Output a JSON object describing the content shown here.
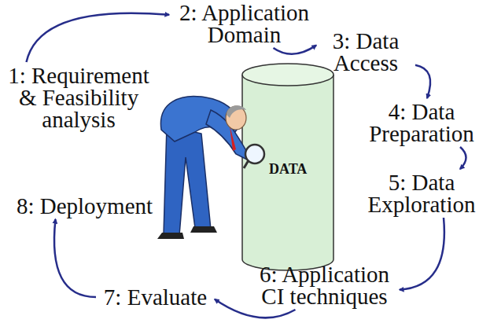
{
  "diagram": {
    "nodes": [
      {
        "text": [
          "1: Requirement & Feasibility analysis"
        ]
      },
      {
        "text": [
          "2: Application Domain"
        ]
      },
      {
        "text": [
          "3: Data Access"
        ]
      },
      {
        "text": [
          "4: Data Preparation"
        ]
      },
      {
        "text": [
          "5: Data Exploration"
        ]
      },
      {
        "text": [
          "6: Application CI techniques"
        ]
      },
      {
        "text": [
          "7: Evaluate"
        ]
      },
      {
        "text": [
          "8: Deployment"
        ]
      }
    ],
    "edges": [
      {
        "from": 0,
        "to": 1,
        "arrow": "to"
      },
      {
        "from": 1,
        "to": 2,
        "arrow": "to"
      },
      {
        "from": 2,
        "to": 3,
        "arrow": "to"
      },
      {
        "from": 3,
        "to": 4,
        "arrow": "to"
      },
      {
        "from": 4,
        "to": 5,
        "arrow": "to"
      },
      {
        "from": 5,
        "to": 6,
        "arrow": "to"
      },
      {
        "from": 6,
        "to": 7,
        "arrow": "to"
      }
    ],
    "labels": [
      "DATA"
    ]
  }
}
